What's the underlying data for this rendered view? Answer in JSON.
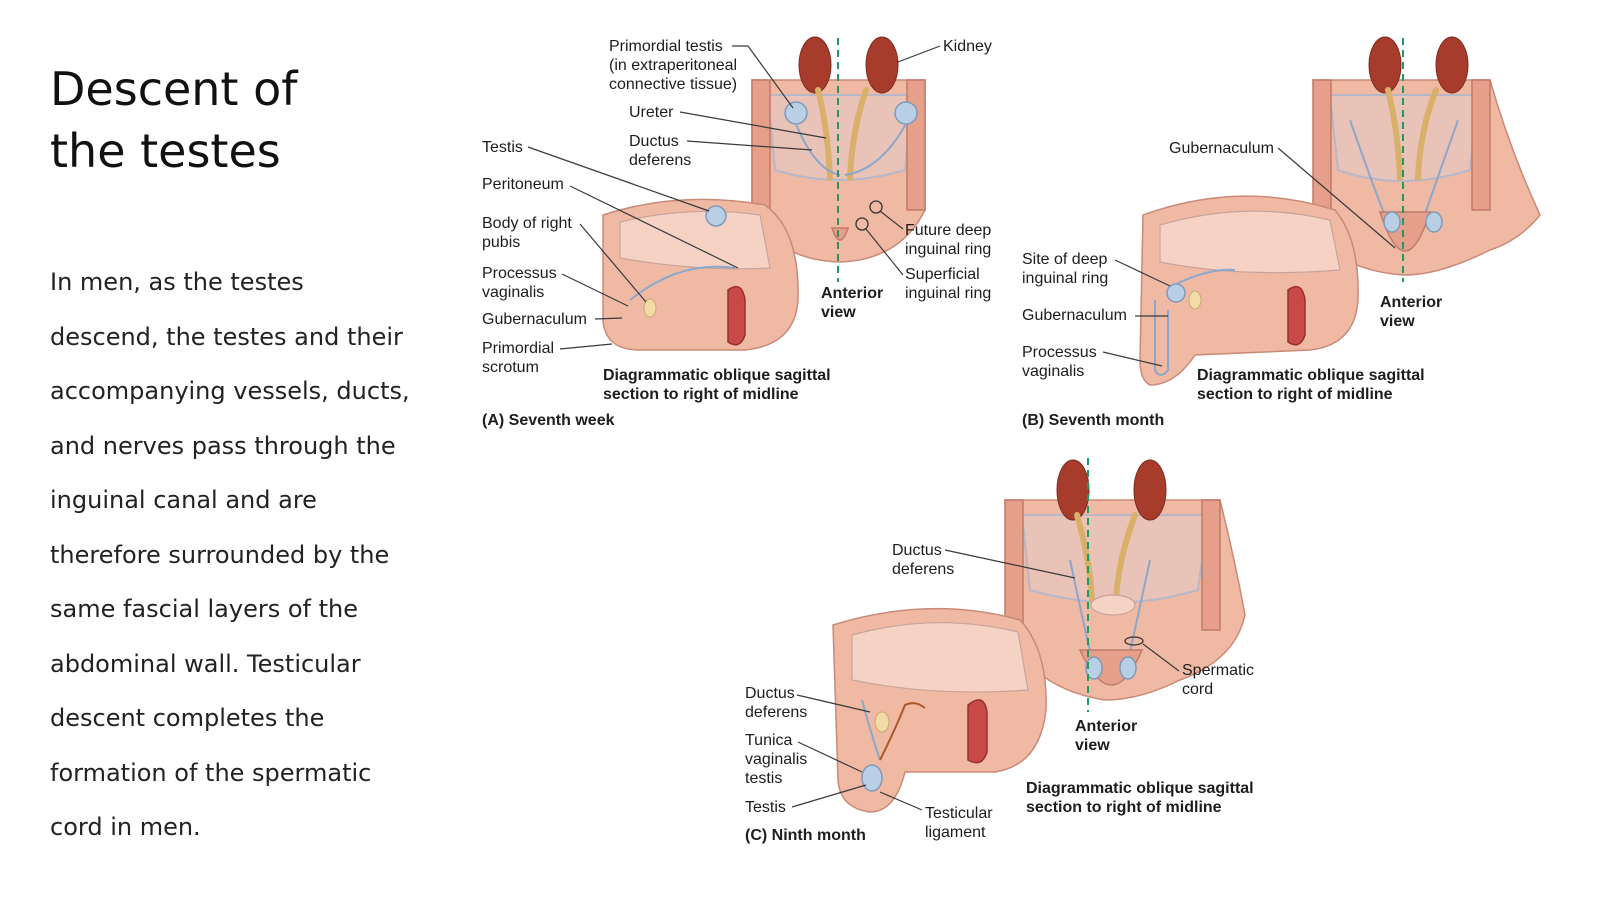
{
  "slide": {
    "title_line1": "Descent of",
    "title_line2": "the testes",
    "body": [
      "In men, as the testes",
      "descend, the testes and their",
      "accompanying vessels, ducts,",
      "and nerves pass through the",
      "inguinal canal and are",
      "therefore surrounded by the",
      "same fascial layers of the",
      "abdominal wall. Testicular",
      "descent completes the",
      "formation of the spermatic",
      "cord in men."
    ]
  },
  "figure": {
    "panel_a": {
      "caption": "(A) Seventh week",
      "primordial_testis": [
        "Primordial testis",
        "(in extraperitoneal",
        "connective tissue)"
      ],
      "kidney": "Kidney",
      "ureter": "Ureter",
      "ductus_deferens": [
        "Ductus",
        "deferens"
      ],
      "testis": "Testis",
      "peritoneum": "Peritoneum",
      "body_of_right_pubis": [
        "Body of right",
        "pubis"
      ],
      "processus_vaginalis": [
        "Processus",
        "vaginalis"
      ],
      "gubernaculum": "Gubernaculum",
      "primordial_scrotum": [
        "Primordial",
        "scrotum"
      ],
      "future_deep_ring": [
        "Future deep",
        "inguinal ring"
      ],
      "superficial_ring": [
        "Superficial",
        "inguinal ring"
      ],
      "anterior_view": [
        "Anterior",
        "view"
      ],
      "section_note": [
        "Diagrammatic oblique sagittal",
        "section to right of midline"
      ]
    },
    "panel_b": {
      "caption": "(B) Seventh month",
      "gubernaculum_top": "Gubernaculum",
      "site_deep_ring": [
        "Site of deep",
        "inguinal ring"
      ],
      "gubernaculum": "Gubernaculum",
      "processus_vaginalis": [
        "Processus",
        "vaginalis"
      ],
      "anterior_view": [
        "Anterior",
        "view"
      ],
      "section_note": [
        "Diagrammatic oblique sagittal",
        "section to right of midline"
      ]
    },
    "panel_c": {
      "caption": "(C) Ninth month",
      "ductus_deferens_top": [
        "Ductus",
        "deferens"
      ],
      "ductus_deferens": [
        "Ductus",
        "deferens"
      ],
      "tunica_vaginalis": [
        "Tunica",
        "vaginalis",
        "testis"
      ],
      "testis": "Testis",
      "testicular_ligament": [
        "Testicular",
        "ligament"
      ],
      "spermatic_cord": [
        "Spermatic",
        "cord"
      ],
      "anterior_view": [
        "Anterior",
        "view"
      ],
      "section_note": [
        "Diagrammatic oblique sagittal",
        "section to right of midline"
      ]
    }
  }
}
